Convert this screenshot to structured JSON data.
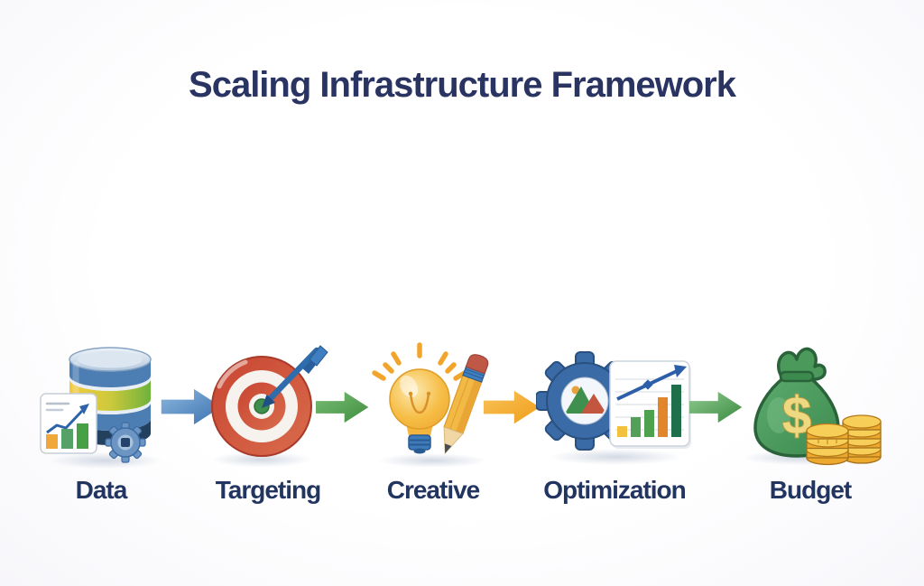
{
  "title": {
    "text": "Scaling Infrastructure Framework",
    "color": "#2a3462"
  },
  "steps": [
    {
      "label": "Data",
      "icon": "database-analytics-icon"
    },
    {
      "label": "Targeting",
      "icon": "target-dart-icon"
    },
    {
      "label": "Creative",
      "icon": "lightbulb-pencil-icon"
    },
    {
      "label": "Optimization",
      "icon": "gear-chart-icon"
    },
    {
      "label": "Budget",
      "icon": "money-bag-coins-icon",
      "currency_symbol": "$"
    }
  ],
  "arrows": [
    {
      "direction": "right",
      "color_light": "#8db6de",
      "color_dark": "#3a72b0"
    },
    {
      "direction": "right",
      "color_light": "#79bc74",
      "color_dark": "#3f8f3f"
    },
    {
      "direction": "right",
      "color_light": "#f9c35a",
      "color_dark": "#ef9d18"
    },
    {
      "direction": "right",
      "color_light": "#90ca90",
      "color_dark": "#3a8a40"
    }
  ],
  "palette": {
    "title_color": "#2a3462",
    "label_color": "#223560",
    "background": "#fdfdfe",
    "database_blue": "#4d7eb3",
    "database_navy": "#24405f",
    "target_red": "#cc4b38",
    "target_green": "#3f8f4c",
    "bulb_yellow": "#f6bd45",
    "gear_blue": "#3a6ba6",
    "bag_green": "#4a9a5c",
    "coin_gold": "#eda92e"
  }
}
